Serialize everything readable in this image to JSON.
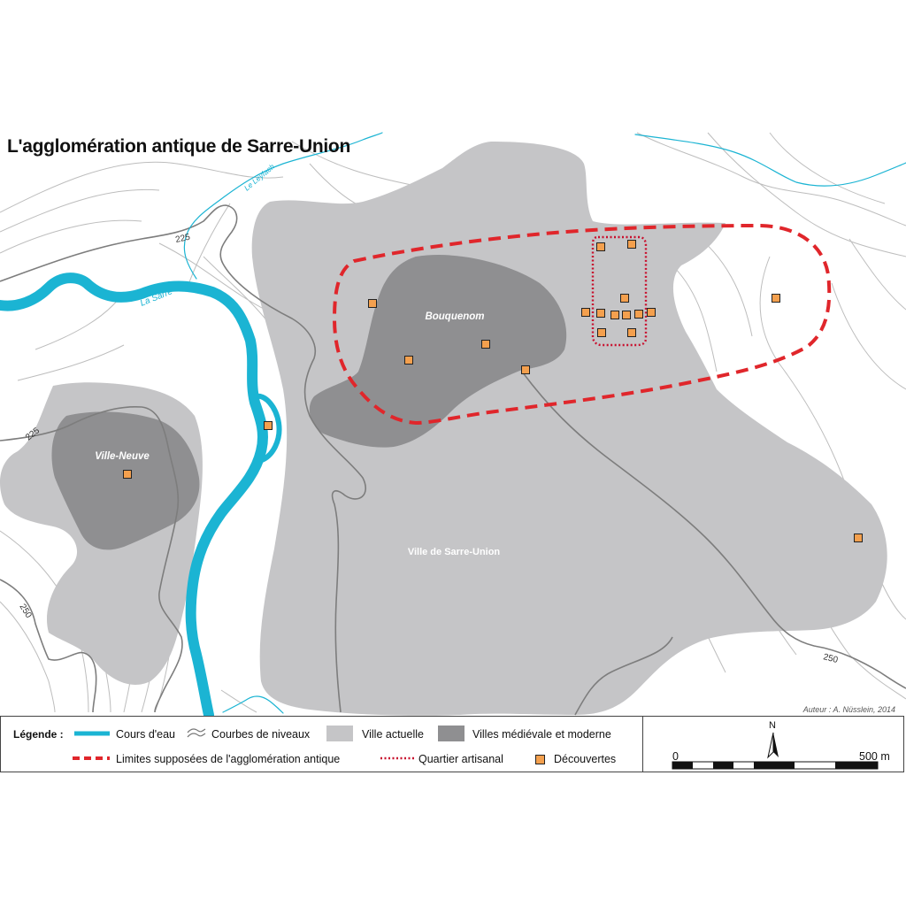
{
  "title": "L'agglomération antique de Sarre-Union",
  "author": "Auteur : A. Nüsslein, 2014",
  "map_labels": {
    "bouquenom": "Bouquenom",
    "ville_neuve": "Ville-Neuve",
    "sarre_union": "Ville de Sarre-Union",
    "la_sarre": "La Sarre",
    "le_leyfach": "Le Leyfach",
    "contour_225_a": "225",
    "contour_225_b": "225",
    "contour_250_a": "250",
    "contour_250_b": "250"
  },
  "legend": {
    "heading": "Légende :",
    "river": "Cours d'eau",
    "contours": "Courbes de niveaux",
    "modern_town": "Ville actuelle",
    "medieval_town": "Villes médiévale et moderne",
    "ancient_limits": "Limites supposées de l'agglomération antique",
    "craft_quarter": "Quartier artisanal",
    "finds": "Découvertes"
  },
  "scale": {
    "north": "N",
    "start": "0",
    "end": "500 m"
  },
  "colors": {
    "river": "#1bb4d3",
    "contour": "#b4b4b4",
    "contour_major": "#7a7a7a",
    "modern_town": "#c4c4c6",
    "medieval_town": "#8f8f91",
    "ancient_limits": "#e0262b",
    "craft_quarter": "#c8102e",
    "finds": "#f4a04e"
  }
}
